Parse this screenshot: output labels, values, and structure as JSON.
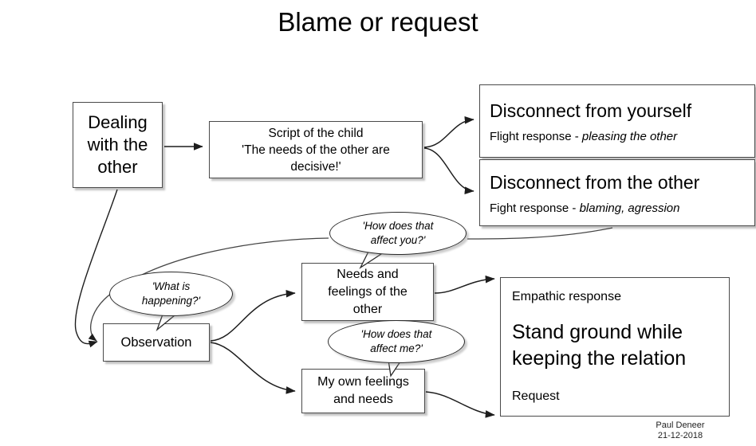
{
  "title": "Blame or request",
  "boxes": {
    "dealing": {
      "l1": "Dealing",
      "l2": "with the",
      "l3": "other"
    },
    "script": {
      "l1": "Script of the child",
      "l2": "'The needs of the other are",
      "l3": "decisive!'"
    },
    "disconnect_yourself": {
      "heading": "Disconnect from yourself",
      "sub_prefix": "Flight response - ",
      "sub_emphasis": "pleasing the other"
    },
    "disconnect_other": {
      "heading": "Disconnect from the other",
      "sub_prefix": "Fight response - ",
      "sub_emphasis": "blaming, agression"
    },
    "observation": {
      "label": "Observation"
    },
    "needs_other": {
      "l1": "Needs and",
      "l2": "feelings of the",
      "l3": "other"
    },
    "own_needs": {
      "l1": "My own feelings",
      "l2": "and needs"
    },
    "stand_ground": {
      "top_label": "Empathic response",
      "main_l1": "Stand ground while",
      "main_l2": "keeping the relation",
      "bottom_label": "Request"
    }
  },
  "bubbles": {
    "affect_you": {
      "l1": "'How does that",
      "l2": "affect you?'"
    },
    "what_happening": {
      "l1": "'What is",
      "l2": "happening?'"
    },
    "affect_me": {
      "l1": "'How does that",
      "l2": "affect me?'"
    }
  },
  "footer": {
    "author": "Paul Deneer",
    "date": "21-12-2018"
  },
  "colors": {
    "background": "#ffffff",
    "text": "#000000",
    "box_border": "#4a4a4a",
    "connector": "#333333"
  }
}
